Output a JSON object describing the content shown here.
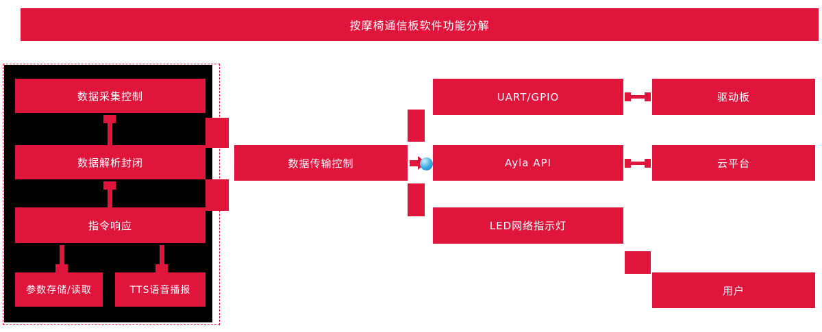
{
  "colors": {
    "red": "#E0153C",
    "panel": "#000000",
    "text": "#FFFFFF",
    "sphere": "#36A9E1"
  },
  "title": "按摩椅通信板软件功能分解",
  "nodes": {
    "data_collection": "数据采集控制",
    "data_parsing": "数据解析封闭",
    "command_response": "指令响应",
    "param_storage": "参数存储/读取",
    "tts_voice": "TTS语音播报",
    "data_transmission": "数据传输控制",
    "uart_gpio": "UART/GPIO",
    "driver_board": "驱动板",
    "ayla_api": "Ayla API",
    "cloud_platform": "云平台",
    "led_indicator": "LED网络指示灯",
    "user": "用户"
  }
}
